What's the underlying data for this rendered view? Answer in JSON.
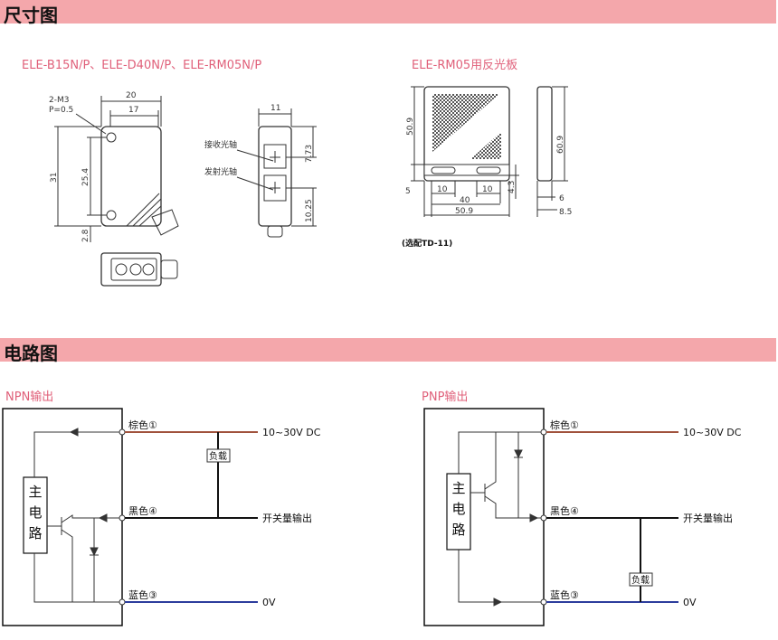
{
  "sections": {
    "dimensions_title": "尺寸图",
    "circuit_title": "电路图"
  },
  "dimensions": {
    "models_label": "ELE-B15N/P、ELE-D40N/P、ELE-RM05N/P",
    "reflector_label": "ELE-RM05用反光板",
    "thread_note_1": "2-M3",
    "thread_note_2": "P=0.5",
    "dim_20": "20",
    "dim_17": "17",
    "dim_31": "31",
    "dim_25_4": "25.4",
    "dim_2_8": "2.8",
    "dim_11": "11",
    "dim_7_73": "7.73",
    "dim_10_25": "10.25",
    "receive_axis": "接收光轴",
    "emit_axis": "发射光轴",
    "dim_50_9_v": "50.9",
    "dim_5": "5",
    "dim_10_a": "10",
    "dim_10_b": "10",
    "dim_40": "40",
    "dim_4_3": "4.3",
    "dim_50_9_h": "50.9",
    "dim_60_9": "60.9",
    "dim_6": "6",
    "dim_8_5": "8.5",
    "optional_note": "(选配TD-11)"
  },
  "npn": {
    "title": "NPN输出",
    "main_circuit": [
      "主",
      "电",
      "路"
    ],
    "brown": "棕色①",
    "black": "黑色④",
    "blue": "蓝色③",
    "supply": "10~30V DC",
    "switch_out": "开关量输出",
    "zero_v": "0V",
    "load": "负载"
  },
  "pnp": {
    "title": "PNP输出",
    "main_circuit": [
      "主",
      "电",
      "路"
    ],
    "brown": "棕色①",
    "black": "黑色④",
    "blue": "蓝色③",
    "supply": "10~30V DC",
    "switch_out": "开关量输出",
    "zero_v": "0V",
    "load": "负载"
  },
  "colors": {
    "band": "#f4a7ab",
    "accent_text": "#e0607a",
    "brown_wire": "#a0523c",
    "blue_wire": "#2c3c9c"
  }
}
